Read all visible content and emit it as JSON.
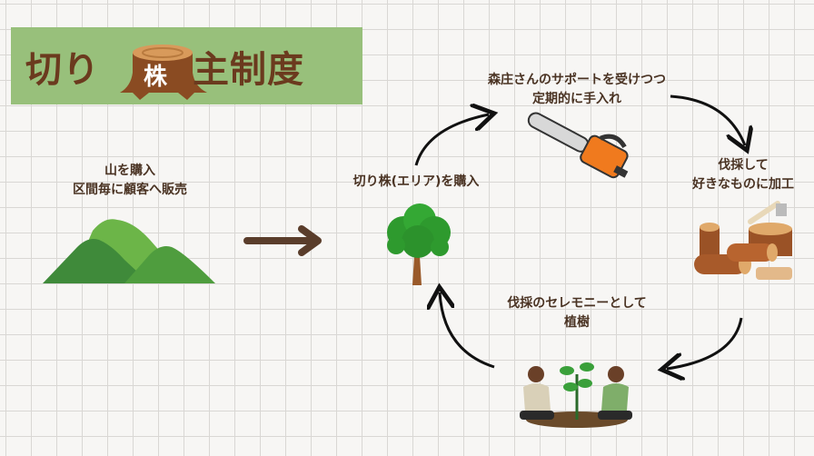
{
  "title": {
    "part1": "切り",
    "highlight": "株",
    "part2": "主制度"
  },
  "steps": {
    "buy_mountain": {
      "line1": "山を購入",
      "line2": "区間毎に顧客へ販売"
    },
    "buy_stump": {
      "line1": "切り株(エリア)を購入"
    },
    "maintenance": {
      "line1": "森庄さんのサポートを受けつつ",
      "line2": "定期的に手入れ"
    },
    "logging": {
      "line1": "伐採して",
      "line2": "好きなものに加工"
    },
    "planting": {
      "line1": "伐採のセレモニーとして",
      "line2": "植樹"
    }
  },
  "colors": {
    "title_bg": "#98c07b",
    "title_text": "#6b3a1e",
    "label_text": "#4a3323",
    "arrow": "#5a3d2b",
    "mountain_dark": "#3f8a3a",
    "mountain_light": "#6cb548",
    "tree_green": "#2e9a2e",
    "chainsaw_orange": "#f07a1e"
  },
  "icons": [
    "mountain-icon",
    "right-arrow-icon",
    "tree-icon",
    "chainsaw-icon",
    "logs-icon",
    "planting-people-icon",
    "cycle-arrow-icon"
  ]
}
